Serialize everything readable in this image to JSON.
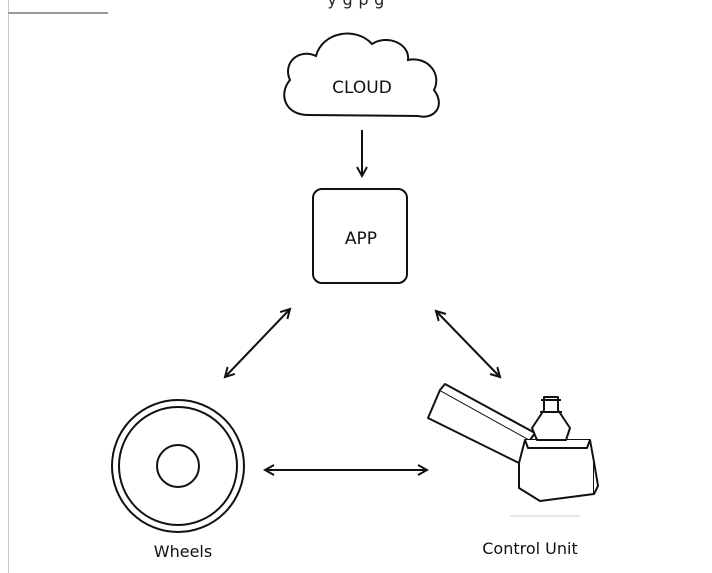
{
  "header": {
    "caption_fragment": "y      g      p    g"
  },
  "nodes": {
    "cloud": "CLOUD",
    "app": "APP",
    "wheels": "Wheels",
    "control_unit": "Control Unit"
  },
  "colors": {
    "stroke": "#111111",
    "background": "#ffffff",
    "frame": "#c8c8c8"
  }
}
